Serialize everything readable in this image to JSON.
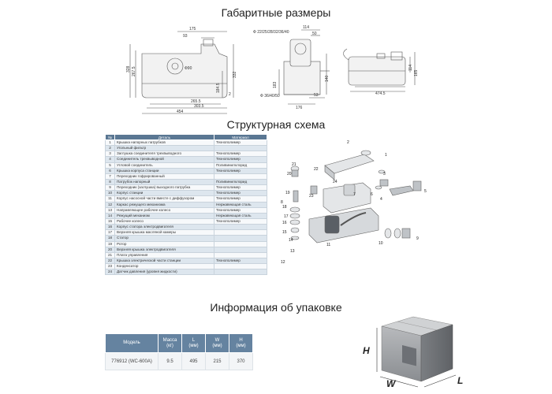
{
  "sections": {
    "dimensions_title": "Габаритные размеры",
    "scheme_title": "Структурная схема",
    "package_title": "Информация об упаковке"
  },
  "dimensions": {
    "d175": "175",
    "d93": "93",
    "d90": "Ф90",
    "d328": "328",
    "d267": "267.5",
    "d184": "184.5",
    "d332": "332",
    "d2": "2",
    "d265": "265.5",
    "d303": "303.5",
    "d454": "454",
    "pipes": "Ф 22/25/28/32/36/40",
    "d114": "114",
    "d50": "50",
    "d183": "183",
    "d3650": "Ф 36/40/50",
    "d53": "53",
    "d176": "176",
    "d140": "140",
    "d474": "474.5",
    "d114b": "114",
    "d165": "165"
  },
  "parts_table": {
    "headers": {
      "num": "№",
      "name": "Деталь",
      "material": "Материал"
    },
    "rows": [
      {
        "n": "1",
        "name": "Крышка напорных патрубков",
        "mat": "Технополимер"
      },
      {
        "n": "2",
        "name": "Угольный фильтр",
        "mat": ""
      },
      {
        "n": "3",
        "name": "Заглушка соединителя трехвыводного",
        "mat": "Технополимер"
      },
      {
        "n": "4",
        "name": "Соединитель трехвыводной",
        "mat": "Технополимер"
      },
      {
        "n": "5",
        "name": "Угловой соединитель",
        "mat": "Поливинилхлорид"
      },
      {
        "n": "6",
        "name": "Крышка корпуса станции",
        "mat": "Технополимер"
      },
      {
        "n": "7",
        "name": "Переходник гофрированный",
        "mat": ""
      },
      {
        "n": "8",
        "name": "Патрубок напорный",
        "mat": "Поливинилхлорид"
      },
      {
        "n": "9",
        "name": "Переходник (заглушка) выходного патрубка",
        "mat": "Технополимер"
      },
      {
        "n": "10",
        "name": "Корпус станции",
        "mat": "Технополимер"
      },
      {
        "n": "11",
        "name": "Корпус насосной части вместе с диффузором",
        "mat": "Технополимер"
      },
      {
        "n": "12",
        "name": "Каркас режущего механизма",
        "mat": "Нержавеющая сталь"
      },
      {
        "n": "13",
        "name": "Направляющее рабочее колесо",
        "mat": "Технополимер"
      },
      {
        "n": "14",
        "name": "Режущий механизм",
        "mat": "Нержавеющая сталь"
      },
      {
        "n": "15",
        "name": "Рабочее колесо",
        "mat": "Технополимер"
      },
      {
        "n": "16",
        "name": "Корпус статора электродвигателя",
        "mat": ""
      },
      {
        "n": "17",
        "name": "Верхняя крышка масляной камеры",
        "mat": ""
      },
      {
        "n": "18",
        "name": "Статор",
        "mat": ""
      },
      {
        "n": "19",
        "name": "Ротор",
        "mat": ""
      },
      {
        "n": "20",
        "name": "Верхняя крышка электродвигателя",
        "mat": ""
      },
      {
        "n": "21",
        "name": "Плата управления",
        "mat": ""
      },
      {
        "n": "22",
        "name": "Крышка электрической части станции",
        "mat": "Технополимер"
      },
      {
        "n": "23",
        "name": "Конденсатор",
        "mat": ""
      },
      {
        "n": "24",
        "name": "Датчик давления (уровня жидкости)",
        "mat": ""
      }
    ]
  },
  "callouts": [
    "1",
    "2",
    "3",
    "4",
    "5",
    "6",
    "7",
    "8",
    "9",
    "10",
    "11",
    "12",
    "13",
    "14",
    "15",
    "16",
    "17",
    "18",
    "19",
    "20",
    "21",
    "22",
    "23",
    "24"
  ],
  "package_table": {
    "headers": {
      "model": "Модель",
      "mass": "Масса",
      "mass_unit": "(кг)",
      "l": "L",
      "l_unit": "(мм)",
      "w": "W",
      "w_unit": "(мм)",
      "h": "H",
      "h_unit": "(мм)"
    },
    "row": {
      "model": "776912 (WC-600A)",
      "mass": "9.5",
      "l": "495",
      "w": "215",
      "h": "370"
    }
  },
  "box_labels": {
    "h": "H",
    "w": "W",
    "l": "L"
  }
}
